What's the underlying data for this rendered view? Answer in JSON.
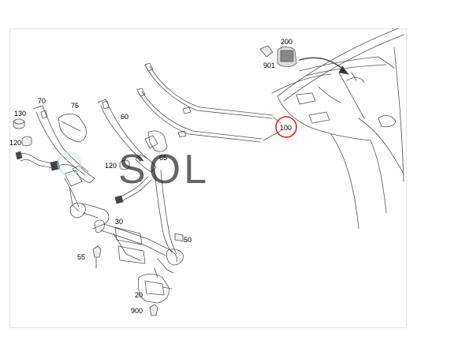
{
  "watermark": {
    "text": "SOL",
    "color": "#bfe7ee"
  },
  "highlight_color": "#e0241b",
  "parts": [
    {
      "id": "p130",
      "label": "130"
    },
    {
      "id": "p70",
      "label": "70"
    },
    {
      "id": "p75",
      "label": "75"
    },
    {
      "id": "p120a",
      "label": "120"
    },
    {
      "id": "p60",
      "label": "60"
    },
    {
      "id": "p120b",
      "label": "120"
    },
    {
      "id": "p65",
      "label": "65"
    },
    {
      "id": "p200",
      "label": "200"
    },
    {
      "id": "p901",
      "label": "901"
    },
    {
      "id": "p100",
      "label": "100"
    },
    {
      "id": "p30",
      "label": "30"
    },
    {
      "id": "p50",
      "label": "50"
    },
    {
      "id": "p55",
      "label": "55"
    },
    {
      "id": "p20",
      "label": "20"
    },
    {
      "id": "p900",
      "label": "900"
    }
  ]
}
